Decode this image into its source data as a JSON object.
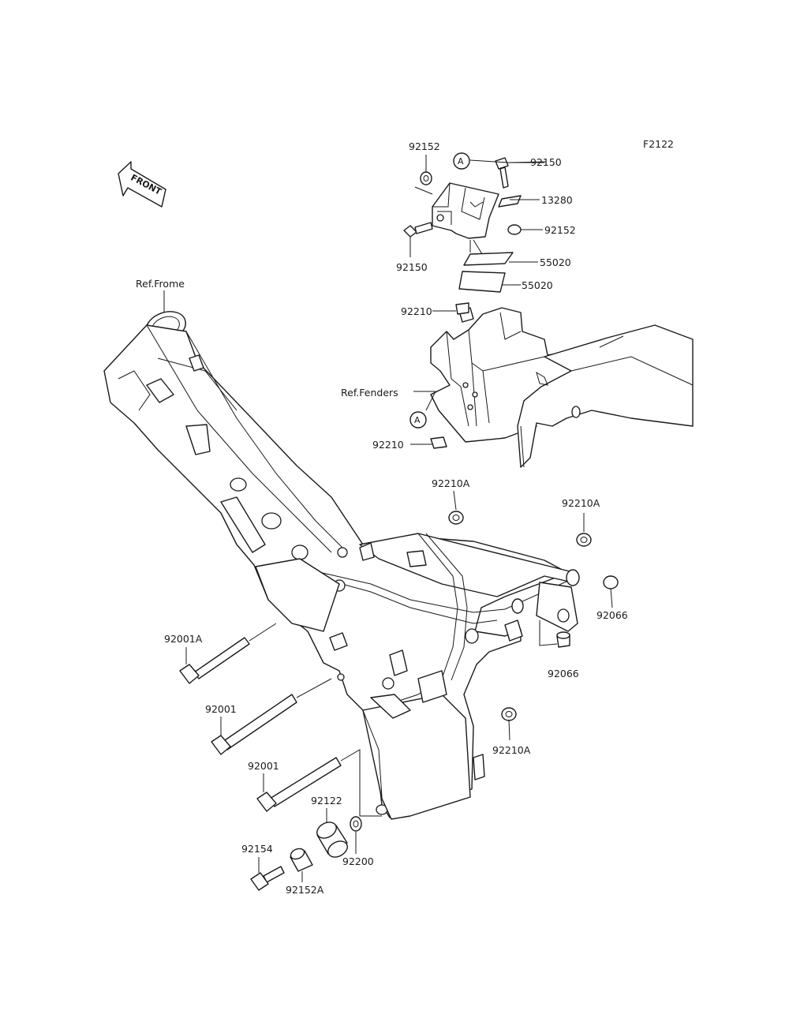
{
  "figure_code": "F2122",
  "front_marker": "FRONT",
  "reference_labels": {
    "frame": "Ref.Frome",
    "fenders": "Ref.Fenders"
  },
  "callout_marker": "A",
  "parts": {
    "p92152_top": "92152",
    "p92150_top": "92150",
    "p13280": "13280",
    "p92152_right": "92152",
    "p92150_left": "92150",
    "p55020_a": "55020",
    "p55020_b": "55020",
    "p92210_top": "92210",
    "p92210_bottom": "92210",
    "p92210A_1": "92210A",
    "p92210A_2": "92210A",
    "p92066_a": "92066",
    "p92066_b": "92066",
    "p92001A": "92001A",
    "p92001_a": "92001",
    "p92001_b": "92001",
    "p92210A_3": "92210A",
    "p92122": "92122",
    "p92200": "92200",
    "p92154": "92154",
    "p92152A": "92152A"
  }
}
